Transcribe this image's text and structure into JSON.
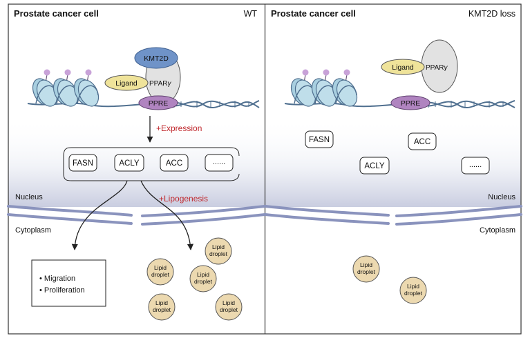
{
  "left_panel": {
    "title": "Prostate cancer cell",
    "condition": "WT",
    "proteins": {
      "kmt2d": "KMT2D",
      "ligand": "Ligand",
      "ppar": "PPAR",
      "ppar_greek": "γ",
      "ppre": "PPRE"
    },
    "expression_label": "+Expression",
    "genes": [
      "FASN",
      "ACLY",
      "ACC",
      "......"
    ],
    "lipogenesis_label": "+Lipogenesis",
    "nucleus_label": "Nucleus",
    "cytoplasm_label": "Cytoplasm",
    "outcomes": [
      "Migration",
      "Proliferation"
    ],
    "lipid_droplet_label": [
      "Lipid",
      "droplet"
    ],
    "lipid_droplet_count": 5
  },
  "right_panel": {
    "title": "Prostate cancer cell",
    "condition": "KMT2D loss",
    "proteins": {
      "ligand": "Ligand",
      "ppar": "PPAR",
      "ppar_greek": "γ",
      "ppre": "PPRE"
    },
    "genes": [
      "FASN",
      "ACC",
      "ACLY",
      "......"
    ],
    "nucleus_label": "Nucleus",
    "cytoplasm_label": "Cytoplasm",
    "lipid_droplet_label": [
      "Lipid",
      "droplet"
    ],
    "lipid_droplet_count": 2
  },
  "colors": {
    "kmt2d": "#6f93c8",
    "ligand": "#efe39a",
    "ppar": "#e2e2e2",
    "ppre": "#b084c0",
    "nucleosome": "#a8cfe0",
    "dna": "#4f6f8f",
    "membrane": "#8a93bd",
    "lipid_droplet": "#ecd9b0",
    "histone_mark": "#c8a2d8",
    "accent_text": "#c0282d"
  }
}
